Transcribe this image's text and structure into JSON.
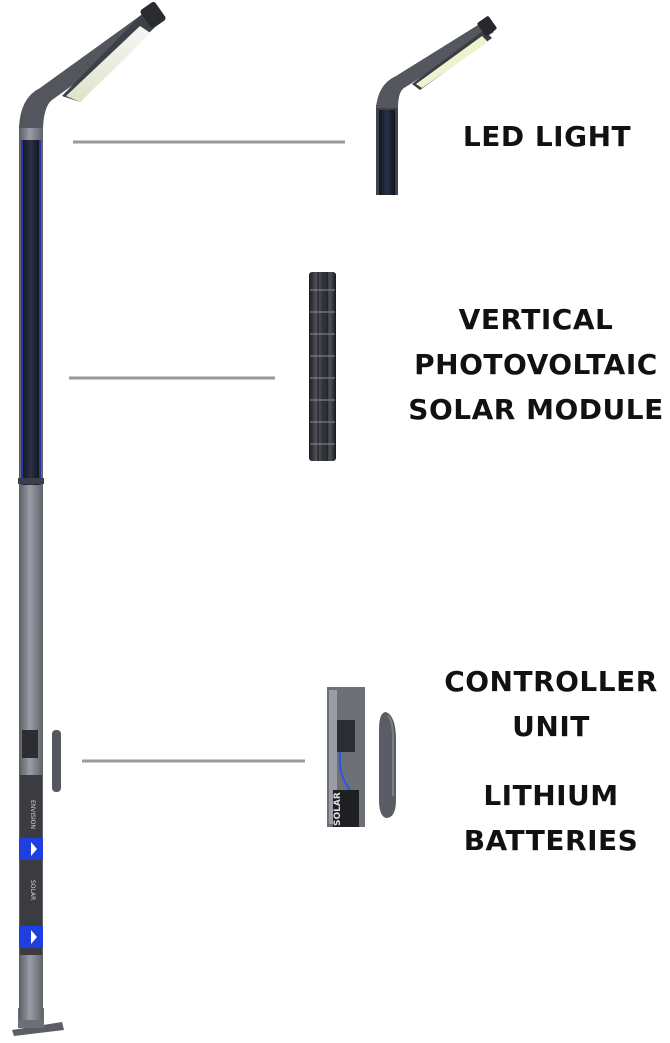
{
  "labels": {
    "led_light": "LED LIGHT",
    "vertical": "VERTICAL",
    "photovoltaic": "PHOTOVOLTAIC",
    "solar_module": "SOLAR MODULE",
    "controller": "CONTROLLER",
    "unit": "UNIT",
    "lithium": "LITHIUM",
    "batteries": "BATTERIES"
  },
  "pole_branding": {
    "brand_upper": "ENVISION",
    "brand_lower": "SOLAR",
    "controller_tag": "SOLAR"
  },
  "colors": {
    "pole_dark": "#4b4e54",
    "pole_light": "#8d9096",
    "solar_panel": "#1a1f2e",
    "accent_blue": "#1f3fe0",
    "led_glow": "#f2f5e6",
    "leader_line": "#9a9a9a",
    "text": "#111111"
  }
}
